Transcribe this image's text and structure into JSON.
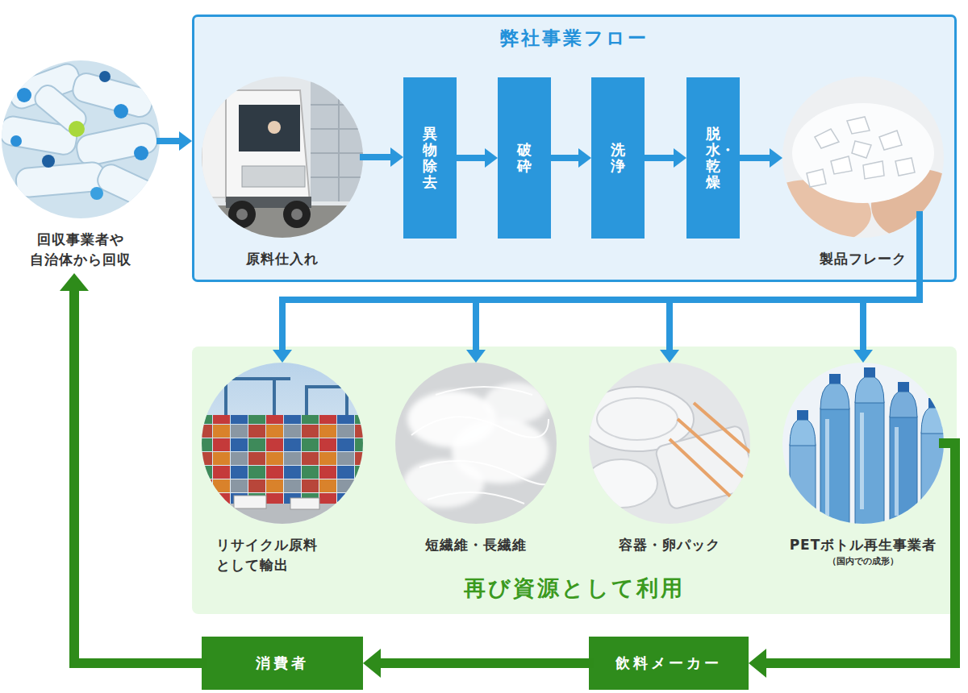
{
  "diagram": {
    "nodes": [
      {
        "text": [
          "回収事業者や 自治体から回収"
        ]
      },
      {
        "text": [
          "弊社事業フロー"
        ]
      },
      {
        "text": [
          "原料仕入れ"
        ],
        "in": 1
      },
      {
        "text": [
          "異物除去"
        ],
        "in": 1
      },
      {
        "text": [
          "破砕"
        ],
        "in": 1
      },
      {
        "text": [
          "洗浄"
        ],
        "in": 1
      },
      {
        "text": [
          "脱水・乾燥"
        ],
        "in": 1
      },
      {
        "text": [
          "製品フレーク"
        ],
        "in": 1
      },
      {
        "text": [
          "再び資源として利用"
        ]
      },
      {
        "text": [
          "リサイクル原料 として輸出"
        ],
        "in": 8
      },
      {
        "text": [
          "短繊維・長繊維"
        ],
        "in": 8
      },
      {
        "text": [
          "容器・卵パック"
        ],
        "in": 8
      },
      {
        "text": [
          "PETボトル再生事業者",
          "（国内での成形）"
        ],
        "in": 8
      },
      {
        "text": [
          "消費者"
        ]
      },
      {
        "text": [
          "飲料メーカー"
        ]
      }
    ],
    "edges": [
      {
        "from": 0,
        "to": 1,
        "arrow": "to"
      },
      {
        "from": 2,
        "to": 3,
        "arrow": "to"
      },
      {
        "from": 3,
        "to": 4,
        "arrow": "to"
      },
      {
        "from": 4,
        "to": 5,
        "arrow": "to"
      },
      {
        "from": 5,
        "to": 6,
        "arrow": "to"
      },
      {
        "from": 6,
        "to": 7,
        "arrow": "to"
      },
      {
        "from": 7,
        "to": 9,
        "arrow": "to"
      },
      {
        "from": 7,
        "to": 10,
        "arrow": "to"
      },
      {
        "from": 7,
        "to": 11,
        "arrow": "to"
      },
      {
        "from": 7,
        "to": 12,
        "arrow": "to"
      },
      {
        "from": 12,
        "to": 14,
        "arrow": "to"
      },
      {
        "from": 14,
        "to": 13,
        "arrow": "to"
      },
      {
        "from": 13,
        "to": 0,
        "arrow": "to"
      }
    ]
  }
}
